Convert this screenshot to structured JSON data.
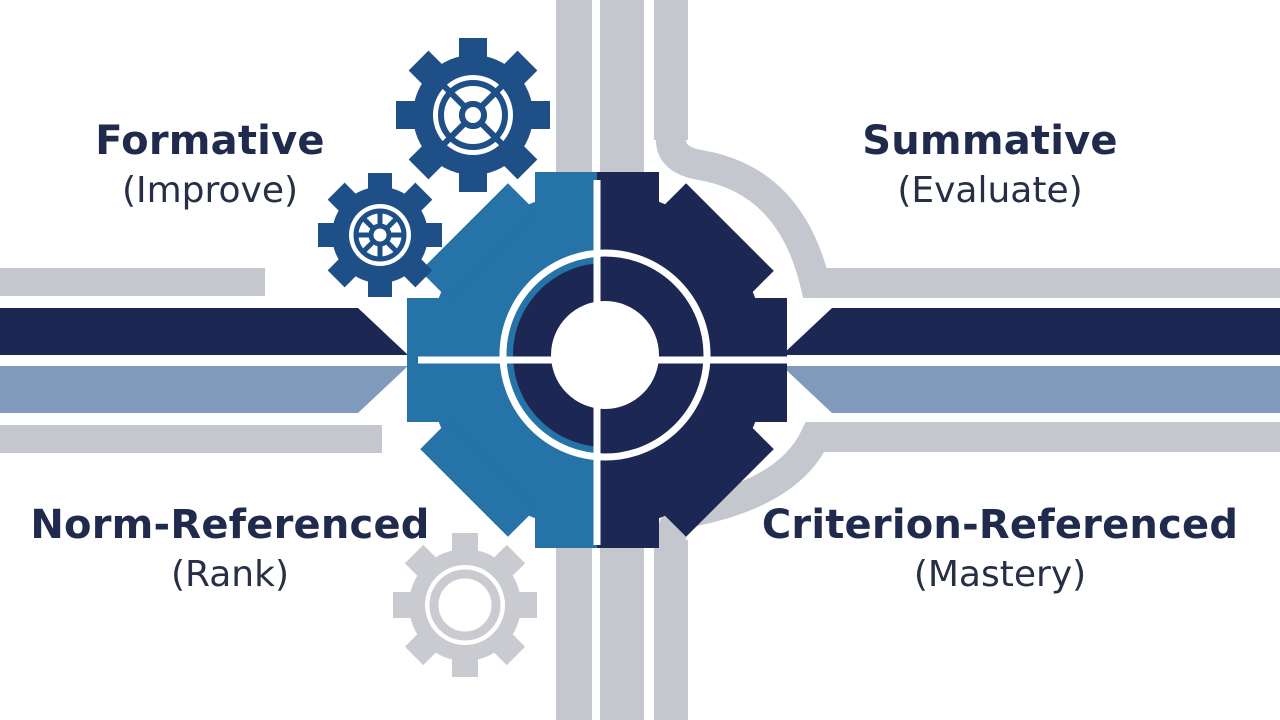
{
  "quadrants": {
    "top_left": {
      "title": "Formative",
      "subtitle": "(Improve)"
    },
    "top_right": {
      "title": "Summative",
      "subtitle": "(Evaluate)"
    },
    "bottom_left": {
      "title": "Norm-Referenced",
      "subtitle": "(Rank)"
    },
    "bottom_right": {
      "title": "Criterion-Referenced",
      "subtitle": "(Mastery)"
    }
  },
  "colors": {
    "navy": "#1d2754",
    "blue": "#2573a7",
    "steel": "#7f9abb",
    "gray": "#c4c7ce",
    "gear_dark": "#1e4f86",
    "gear_gray": "#c9cbd0"
  },
  "icons": [
    "large-split-gear-icon",
    "small-gear-icon",
    "small-gear-icon",
    "gray-gear-icon"
  ]
}
